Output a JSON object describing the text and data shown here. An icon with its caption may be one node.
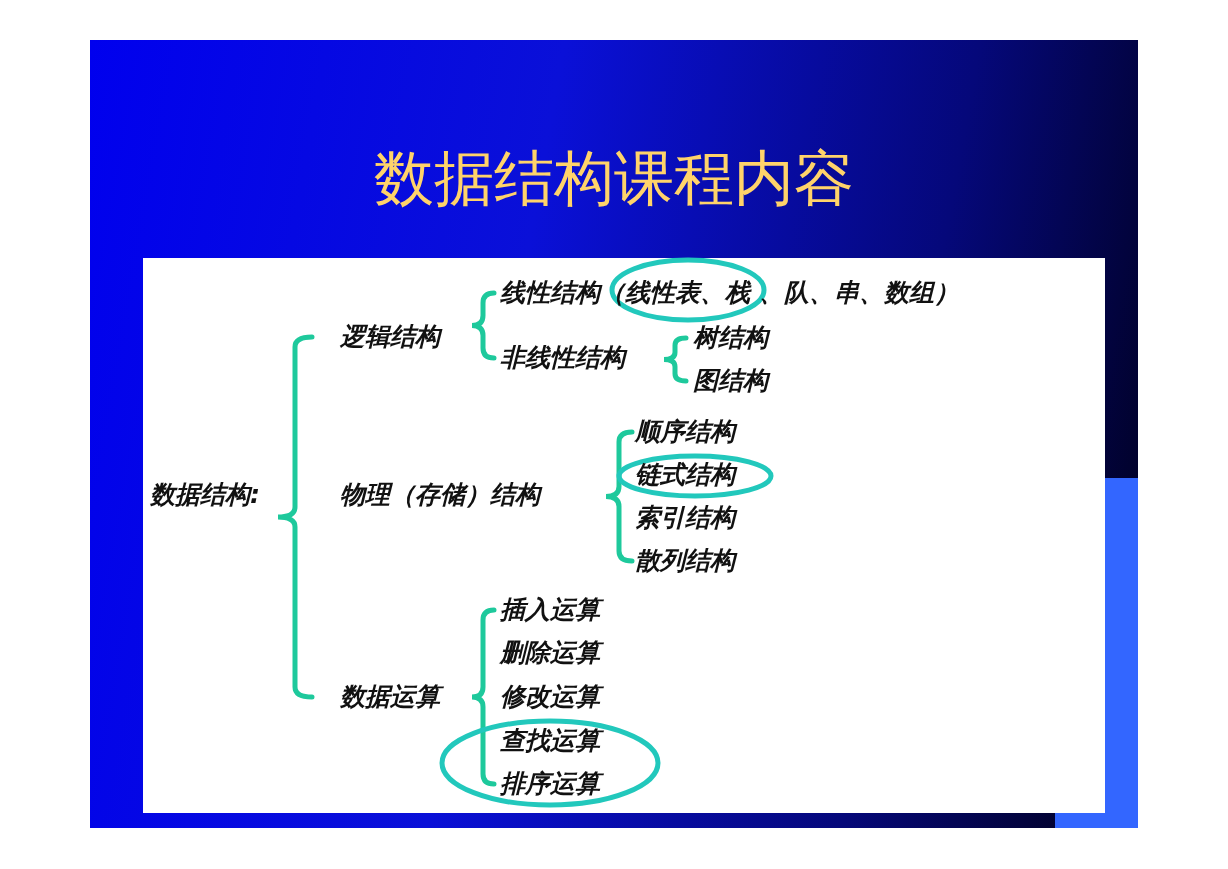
{
  "diagram": {
    "title": "数据结构课程内容",
    "labels": [
      "数据结构:",
      "逻辑结构",
      "线性结构（线性表、栈 、队、串、数组）",
      "非线性结构",
      "树结构",
      "图结构",
      "物理（存储）结构",
      "顺序结构",
      "链式结构",
      "索引结构",
      "散列结构",
      "数据运算",
      "插入运算",
      "删除运算",
      "修改运算",
      "查找运算",
      "排序运算"
    ]
  }
}
